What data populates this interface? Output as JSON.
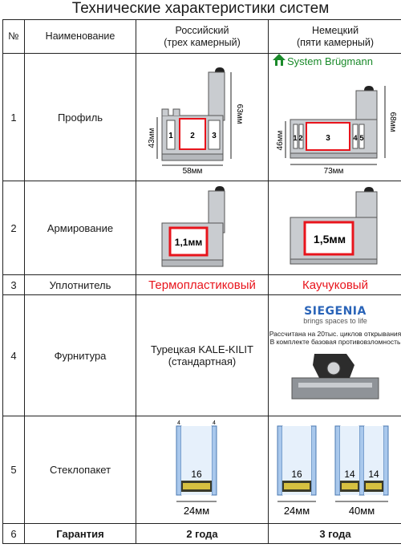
{
  "title": "Технические характеристики систем",
  "headers": {
    "num": "№",
    "name": "Наименование",
    "ru_line1": "Российский",
    "ru_line2": "(трех камерный)",
    "de_line1": "Немецкий",
    "de_line2": "(пяти камерный)"
  },
  "rows": [
    {
      "num": "1",
      "name": "Профиль"
    },
    {
      "num": "2",
      "name": "Армирование"
    },
    {
      "num": "3",
      "name": "Уплотнитель",
      "ru": "Термопластиковый",
      "de": "Каучуковый"
    },
    {
      "num": "4",
      "name": "Фурнитура",
      "ru_line1": "Турецкая KALE-KILIT",
      "ru_line2": "(стандартная)"
    },
    {
      "num": "5",
      "name": "Стеклопакет"
    },
    {
      "num": "6",
      "name": "Гарантия",
      "ru": "2 года",
      "de": "3 года"
    }
  ],
  "profile_ru": {
    "height": "43мм",
    "total_height": "63мм",
    "width": "58мм",
    "chambers": [
      "1",
      "2",
      "3"
    ]
  },
  "profile_de": {
    "brand": "System Brügmann",
    "height": "46мм",
    "total_height": "68мм",
    "width": "73мм",
    "chambers": [
      "1",
      "2",
      "3",
      "4",
      "5"
    ]
  },
  "reinforcement": {
    "ru": "1,1мм",
    "de": "1,5мм"
  },
  "hardware_de": {
    "brand": "SIEGENIA",
    "slogan": "brings spaces to life",
    "line1": "Рассчитана на 20тыс. циклов открывания",
    "line2": "В комплекте базовая противовзломность"
  },
  "glass": {
    "ru_gap": "16",
    "ru_width": "24мм",
    "de1_gap": "16",
    "de1_width": "24мм",
    "de2_gaps": [
      "14",
      "14"
    ],
    "de2_width": "40мм",
    "pane_mark": "4"
  },
  "colors": {
    "red": "#e8141c",
    "green": "#1a8a2a",
    "blue": "#2a64b8",
    "profile": "#c9ccd0"
  }
}
